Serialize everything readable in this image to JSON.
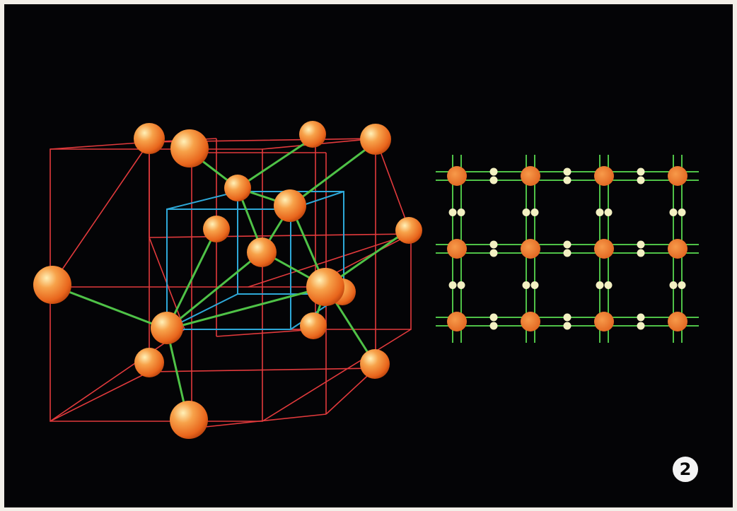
{
  "figure": {
    "number": "2",
    "colors": {
      "background": "#040406",
      "frame": "#e23a3c",
      "inner_cube": "#2ea8d8",
      "bond": "#4fc247",
      "atom": "#f07a2a",
      "small_atom": "#f3f0c2"
    },
    "lattice_3d": {
      "atom_count": 17,
      "inner_cube": true
    },
    "lattice_2d": {
      "rows": 3,
      "columns": 4
    }
  }
}
